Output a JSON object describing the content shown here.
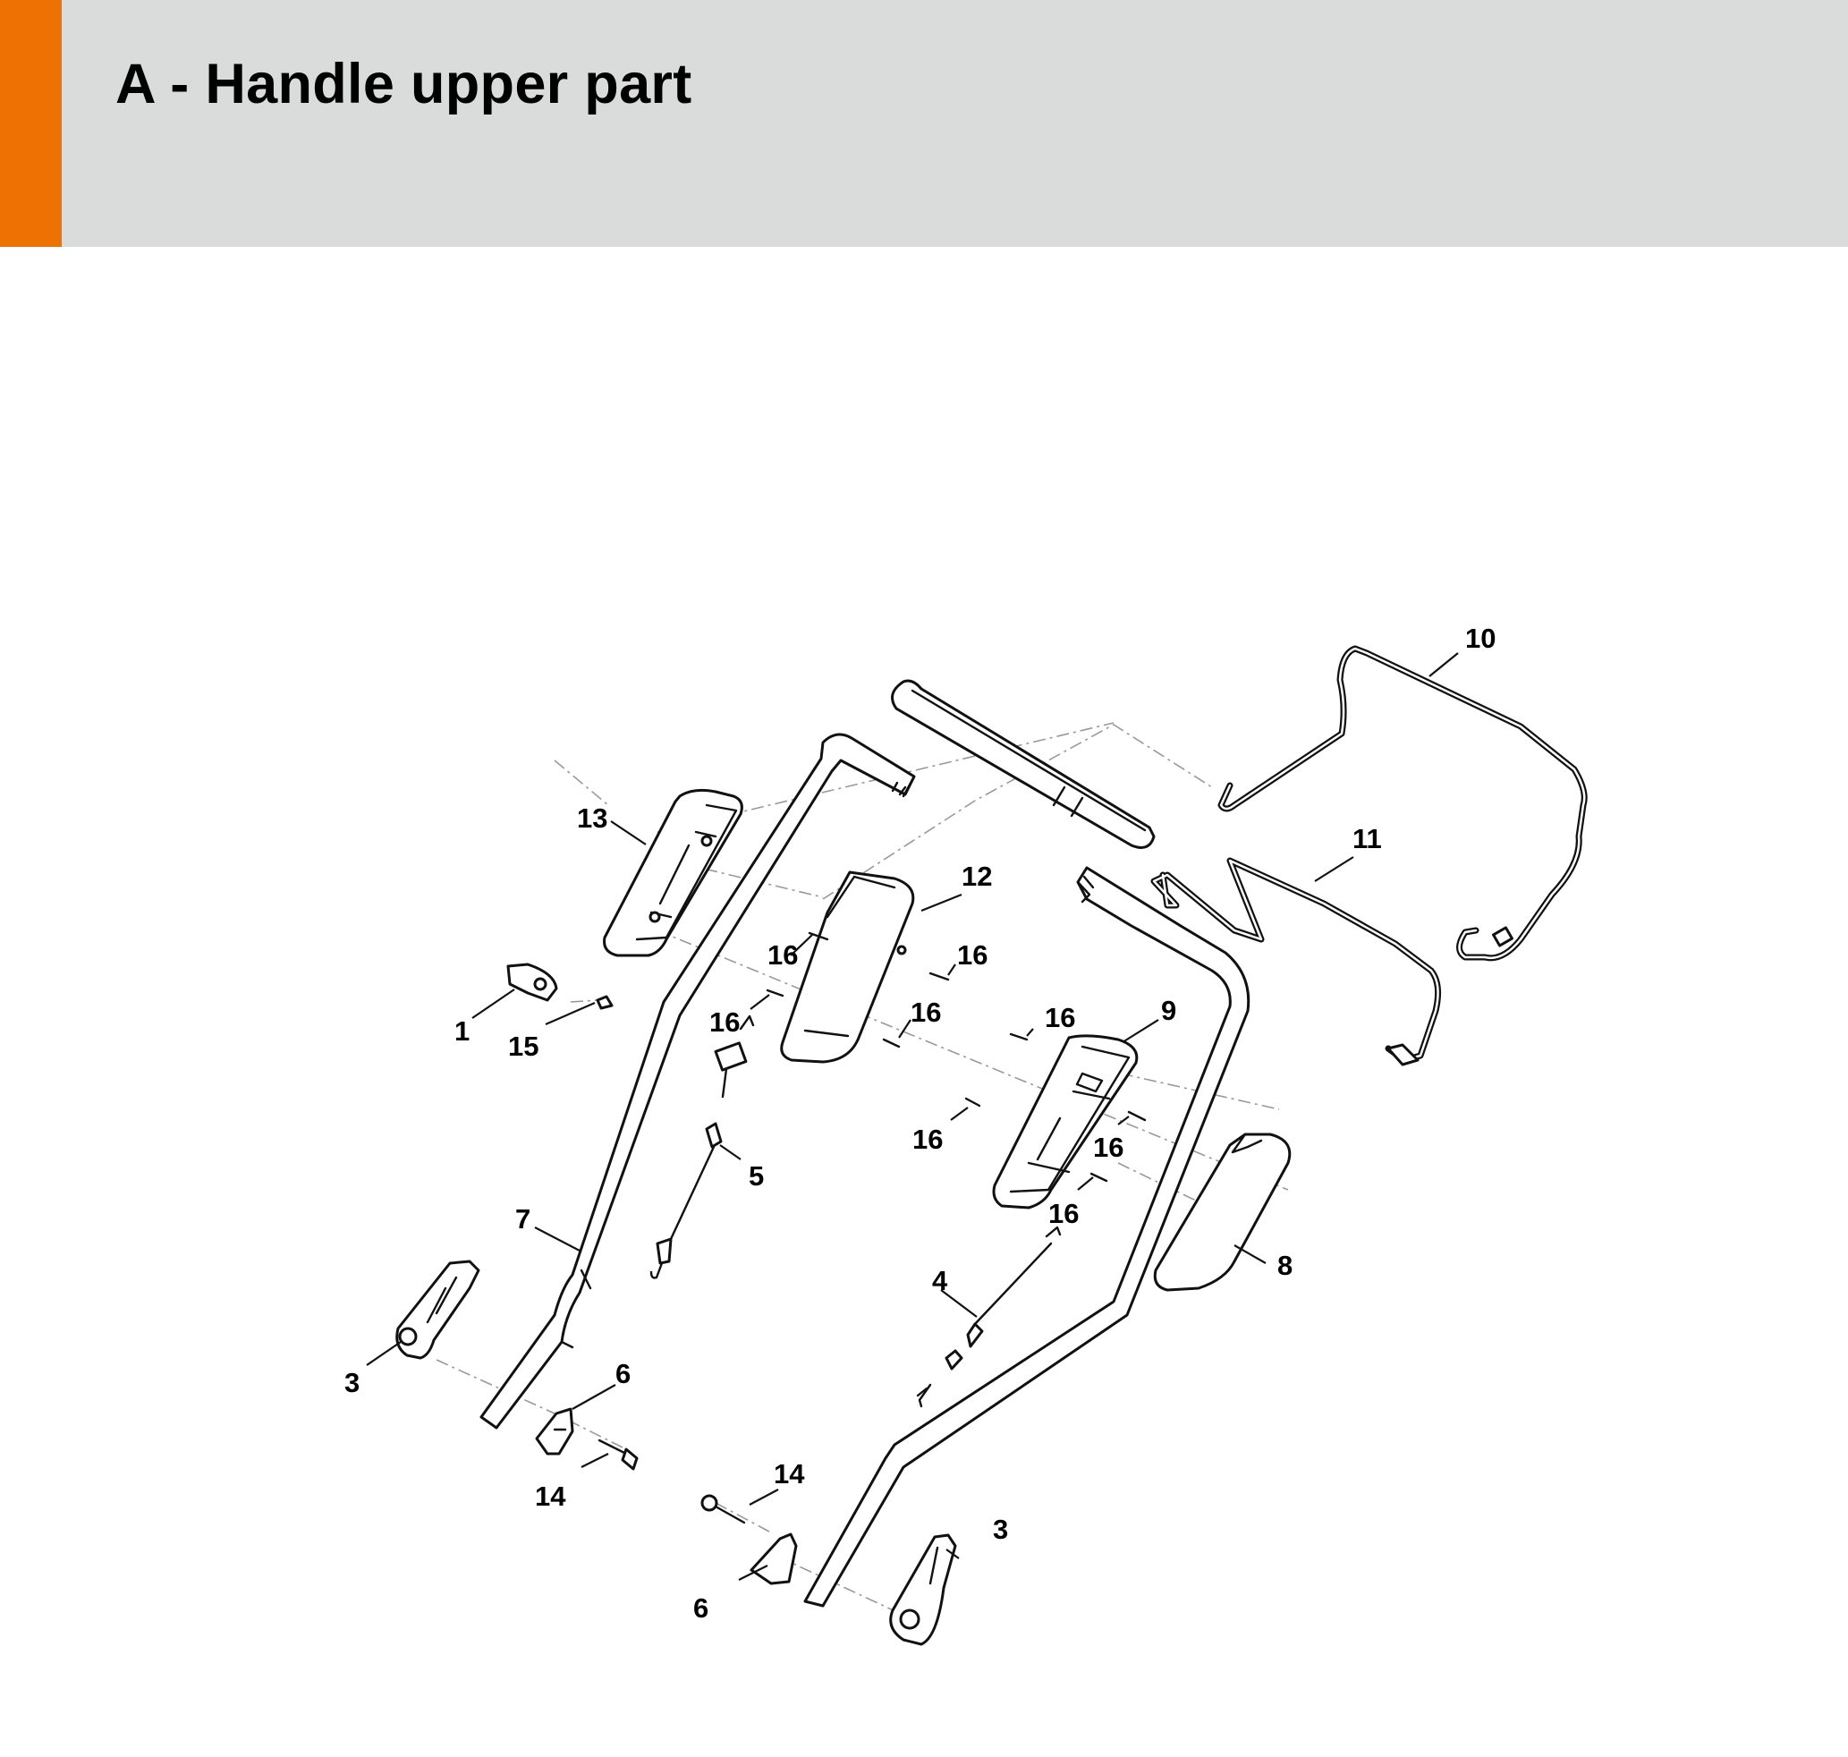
{
  "header": {
    "title": "A - Handle upper part",
    "accent_color": "#ee7203",
    "background_color": "#dadbdb"
  },
  "diagram": {
    "callouts": [
      {
        "id": "c1",
        "label": "1"
      },
      {
        "id": "c3a",
        "label": "3"
      },
      {
        "id": "c3b",
        "label": "3"
      },
      {
        "id": "c4",
        "label": "4"
      },
      {
        "id": "c5",
        "label": "5"
      },
      {
        "id": "c6a",
        "label": "6"
      },
      {
        "id": "c6b",
        "label": "6"
      },
      {
        "id": "c7",
        "label": "7"
      },
      {
        "id": "c8",
        "label": "8"
      },
      {
        "id": "c9",
        "label": "9"
      },
      {
        "id": "c10",
        "label": "10"
      },
      {
        "id": "c11",
        "label": "11"
      },
      {
        "id": "c12",
        "label": "12"
      },
      {
        "id": "c13",
        "label": "13"
      },
      {
        "id": "c14a",
        "label": "14"
      },
      {
        "id": "c14b",
        "label": "14"
      },
      {
        "id": "c15",
        "label": "15"
      },
      {
        "id": "c16a",
        "label": "16"
      },
      {
        "id": "c16b",
        "label": "16"
      },
      {
        "id": "c16c",
        "label": "16"
      },
      {
        "id": "c16d",
        "label": "16"
      },
      {
        "id": "c16e",
        "label": "16"
      },
      {
        "id": "c16f",
        "label": "16"
      },
      {
        "id": "c16g",
        "label": "16"
      },
      {
        "id": "c16h",
        "label": "16"
      }
    ]
  }
}
